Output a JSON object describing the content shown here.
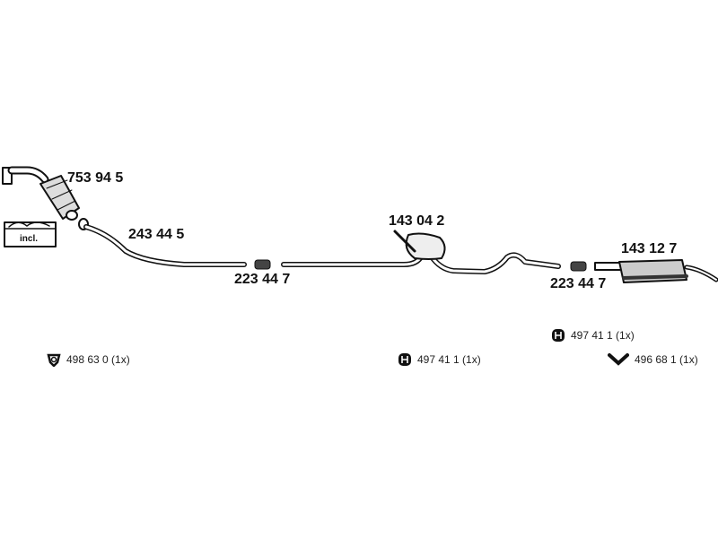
{
  "parts": {
    "catalyst": "753 94 5",
    "front_pipe": "243 44 5",
    "clamp_front": "223 44 7",
    "center_muffler": "143 04 2",
    "rear_muffler": "143 12 7",
    "clamp_rear": "223 44 7"
  },
  "kit_label": "incl.",
  "accessories": [
    {
      "icon": "gasket-icon",
      "label": "498 63 0 (1x)"
    },
    {
      "icon": "rubber-hanger-icon",
      "label": "497 41 1 (1x)"
    },
    {
      "icon": "rubber-hanger-icon",
      "label": "497 41 1 (1x)"
    },
    {
      "icon": "y-hanger-icon",
      "label": "496 68 1 (1x)"
    }
  ]
}
